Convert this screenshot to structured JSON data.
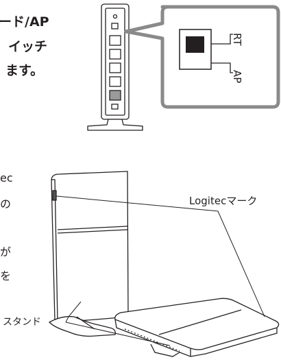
{
  "instruction": {
    "lines": [
      "ード/AP",
      "イッチ",
      "ます。"
    ]
  },
  "description": {
    "lines": [
      "ec",
      "の",
      "が",
      "を"
    ]
  },
  "switch_callout": {
    "rt_label": "RT",
    "ap_label": "AP"
  },
  "labels": {
    "logitec_mark": "Logitecマーク",
    "stand": "スタンド"
  },
  "colors": {
    "callout_border": "#8a8a8a",
    "callout_fill": "#ffffff",
    "line": "#231f20"
  }
}
